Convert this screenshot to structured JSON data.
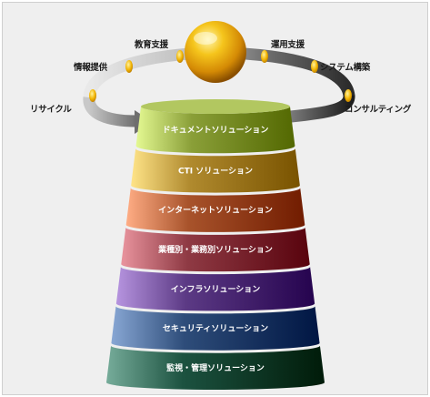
{
  "ring_labels": {
    "education": "教育支援",
    "operations": "運用支援",
    "info_provision": "情報提供",
    "system_build": "システム構築",
    "recycle": "リサイクル",
    "consulting": "コンサルティング"
  },
  "layers": [
    {
      "label": "ドキュメントソリューション",
      "color": "#8a9f38"
    },
    {
      "label": "CTI ソリューション",
      "color": "#b08a2e"
    },
    {
      "label": "インターネットソリューション",
      "color": "#a8532b"
    },
    {
      "label": "業種別・業務別ソリューション",
      "color": "#8f3a44"
    },
    {
      "label": "インフラソリューション",
      "color": "#5c3a85"
    },
    {
      "label": "セキュリティソリューション",
      "color": "#2e4d7a"
    },
    {
      "label": "監視・管理ソリューション",
      "color": "#1c5240"
    }
  ]
}
